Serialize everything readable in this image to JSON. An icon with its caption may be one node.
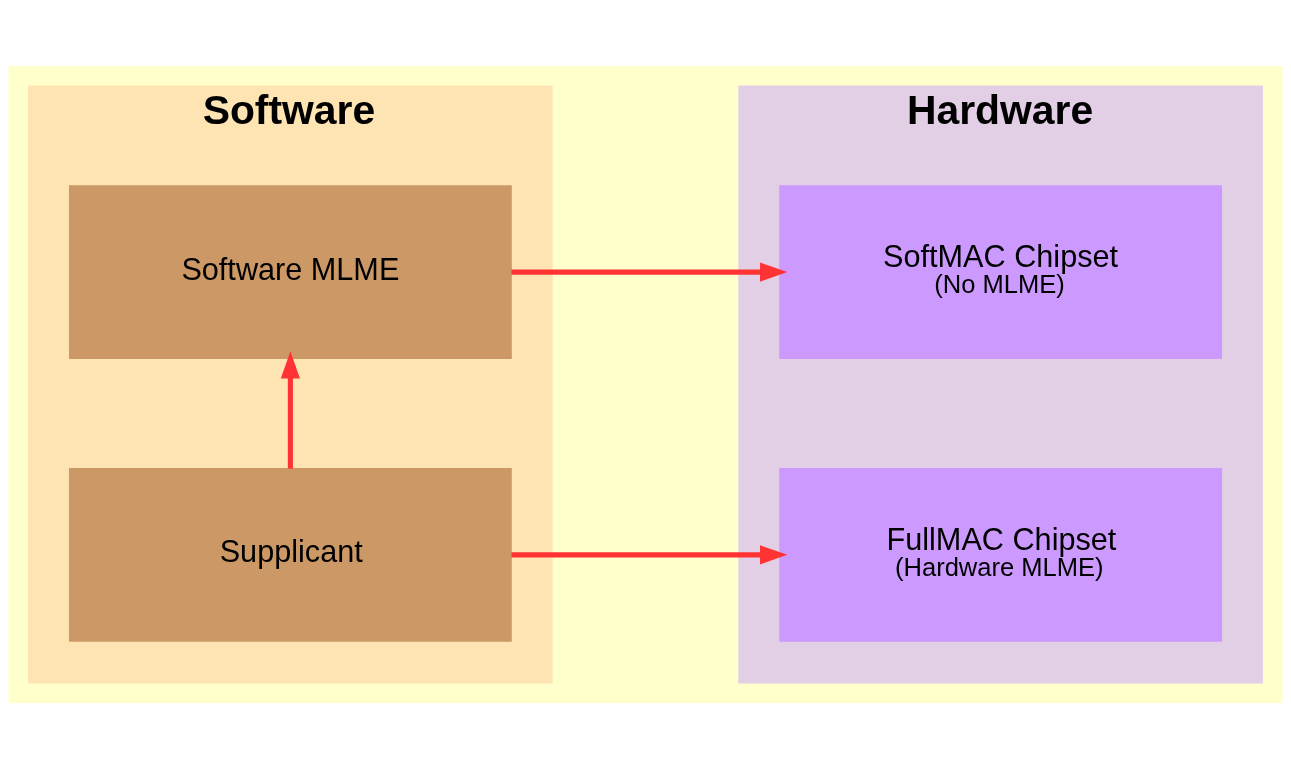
{
  "diagram": {
    "nodes": [
      {
        "text": [
          "Software"
        ]
      },
      {
        "text": [
          "Supplicant"
        ],
        "in": 0
      },
      {
        "text": [
          "Software MLME"
        ],
        "in": 0
      },
      {
        "text": [
          "Hardware"
        ]
      },
      {
        "text": [
          "FullMAC Chipset",
          "(Hardware MLME)"
        ],
        "in": 3
      },
      {
        "text": [
          "SoftMAC Chipset",
          "(No MLME)"
        ],
        "in": 3
      }
    ],
    "edges": [
      {
        "from": 1,
        "to": 4,
        "arrow": "to"
      },
      {
        "from": 1,
        "to": 2,
        "arrow": "to"
      },
      {
        "from": 2,
        "to": 5,
        "arrow": "to"
      }
    ]
  }
}
